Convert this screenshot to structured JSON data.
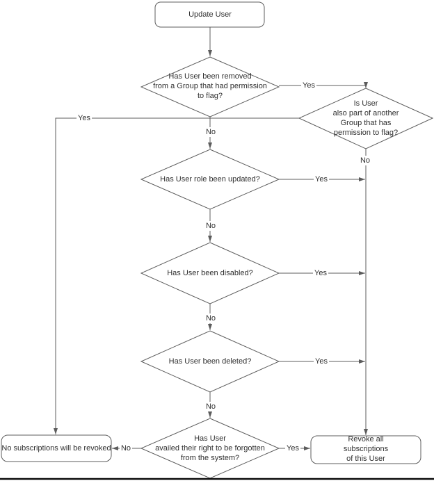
{
  "diagram": {
    "nodes": {
      "start": {
        "label": "Update User"
      },
      "d1": {
        "label": "Has User been removed\nfrom a Group that had permission\nto flag?"
      },
      "d2": {
        "label": "Is User\nalso part of another Group that has\npermission to flag?"
      },
      "d3": {
        "label": "Has User role been updated?"
      },
      "d4": {
        "label": "Has User been disabled?"
      },
      "d5": {
        "label": "Has User been deleted?"
      },
      "d6": {
        "label": "Has User\navailed their right to be forgotten\nfrom the system?"
      },
      "end_no_revoke": {
        "label": "No subscriptions will be revoked"
      },
      "end_revoke": {
        "label": "Revoke all subscriptions\nof this User"
      }
    },
    "edge_labels": {
      "d1_yes": "Yes",
      "d1_no": "No",
      "d2_yes": "Yes",
      "d2_no": "No",
      "d3_yes": "Yes",
      "d3_no": "No",
      "d4_yes": "Yes",
      "d4_no": "No",
      "d5_yes": "Yes",
      "d5_no": "No",
      "d6_yes": "Yes",
      "d6_no": "No"
    },
    "colors": {
      "stroke": "#5c5c5c",
      "text": "#2f2f2f",
      "node_fill": "#ffffff",
      "page_edge": "#0a0a0a"
    }
  }
}
